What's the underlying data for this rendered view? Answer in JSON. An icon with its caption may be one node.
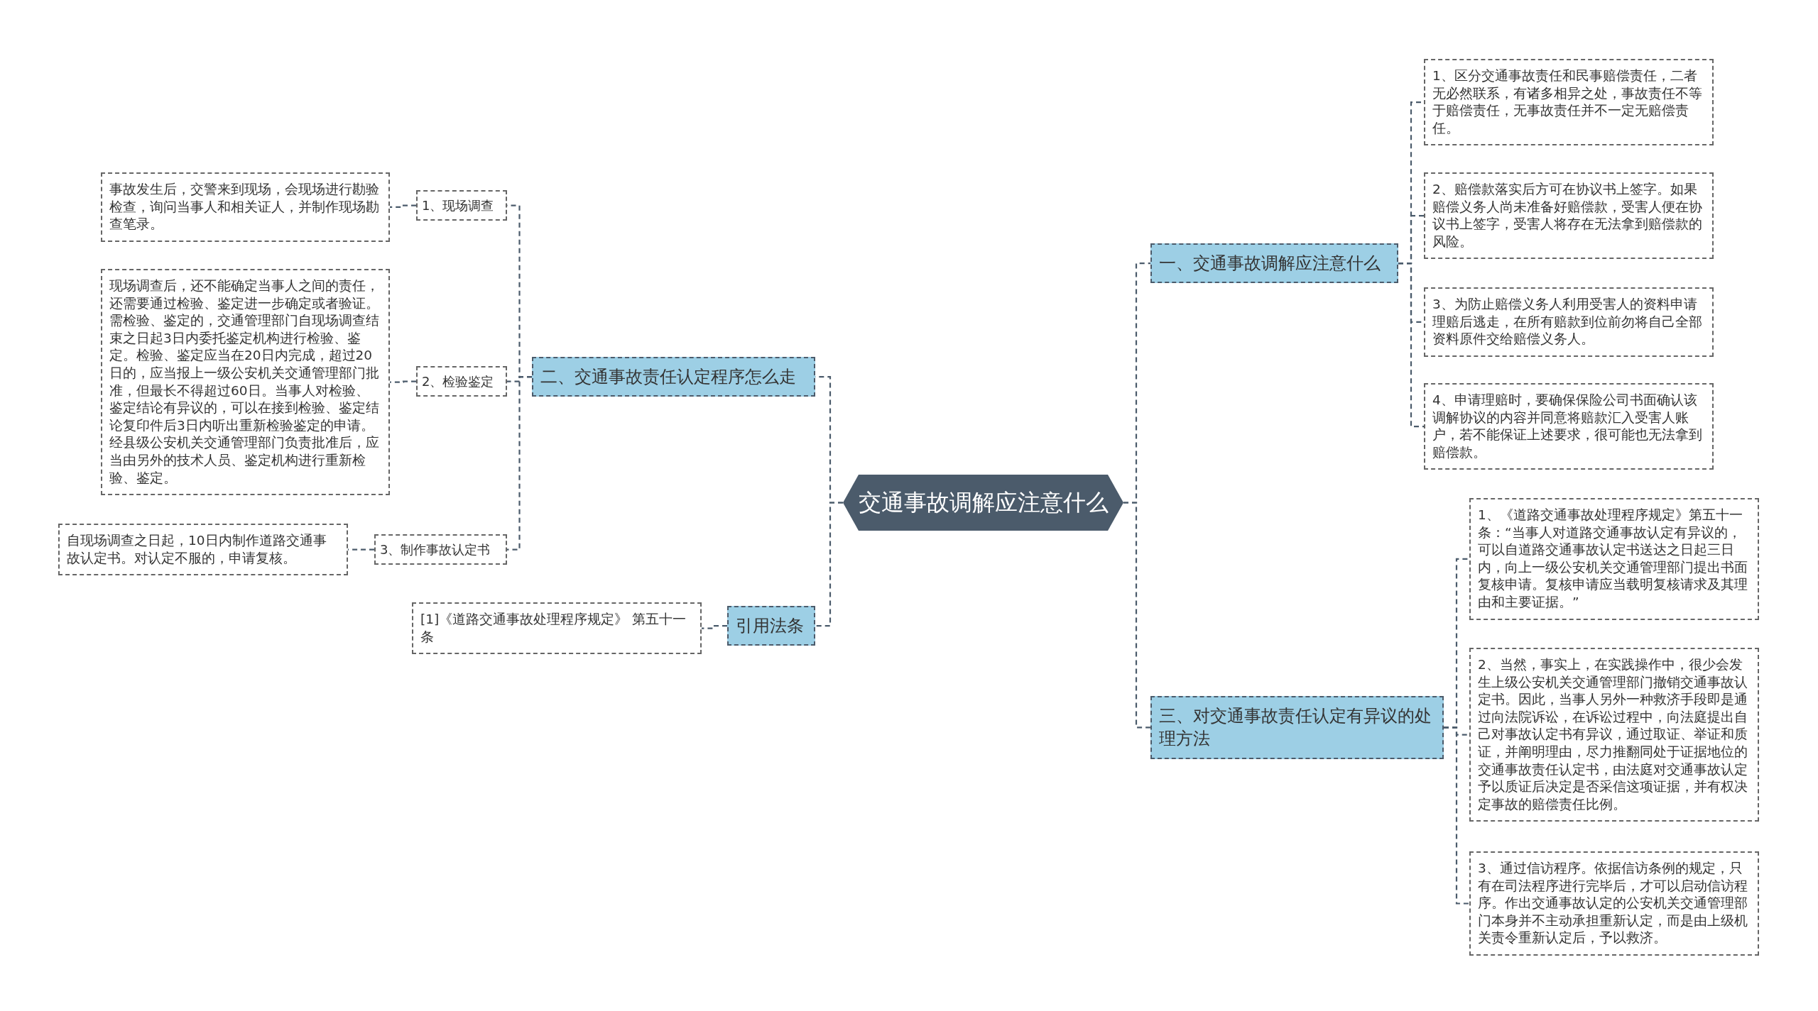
{
  "diagram": {
    "nodes": [
      {
        "text": [
          "交通事故调解应注意什么"
        ]
      },
      {
        "text": [
          "一、交通事故调解应注意什么"
        ]
      },
      {
        "text": [
          "1、区分交通事故责任和民事赔偿责任，二者无必然联系，有诸多相异之处，事故责任不等于赔偿责任，无事故责任并不一定无赔偿责任。"
        ]
      },
      {
        "text": [
          "2、赔偿款落实后方可在协议书上签字。如果赔偿义务人尚未准备好赔偿款，受害人便在协议书上签字，受害人将存在无法拿到赔偿款的风险。"
        ]
      },
      {
        "text": [
          "3、为防止赔偿义务人利用受害人的资料申请理赔后逃走，在所有赔款到位前勿将自己全部资料原件交给赔偿义务人。"
        ]
      },
      {
        "text": [
          "4、申请理赔时，要确保保险公司书面确认该调解协议的内容并同意将赔款汇入受害人账户，若不能保证上述要求，很可能也无法拿到赔偿款。"
        ]
      },
      {
        "text": [
          "三、对交通事故责任认定有异议的处理方法"
        ]
      },
      {
        "text": [
          "1、《道路交通事故处理程序规定》第五十一条：“当事人对道路交通事故认定有异议的，可以自道路交通事故认定书送达之日起三日内，向上一级公安机关交通管理部门提出书面复核申请。复核申请应当载明复核请求及其理由和主要证据。”"
        ]
      },
      {
        "text": [
          "2、当然，事实上，在实践操作中，很少会发生上级公安机关交通管理部门撤销交通事故认定书。因此，当事人另外一种救济手段即是通过向法院诉讼，在诉讼过程中，向法庭提出自己对事故认定书有异议，通过取证、举证和质证，并阐明理由，尽力推翻同处于证据地位的交通事故责任认定书，由法庭对交通事故认定予以质证后决定是否采信这项证据，并有权决定事故的赔偿责任比例。"
        ]
      },
      {
        "text": [
          "3、通过信访程序。依据信访条例的规定，只有在司法程序进行完毕后，才可以启动信访程序。作出交通事故认定的公安机关交通管理部门本身并不主动承担重新认定，而是由上级机关责令重新认定后，予以救济。"
        ]
      },
      {
        "text": [
          "二、交通事故责任认定程序怎么走"
        ]
      },
      {
        "text": [
          "1、现场调查"
        ]
      },
      {
        "text": [
          "事故发生后，交警来到现场，会现场进行勘验检查，询问当事人和相关证人，并制作现场勘查笔录。"
        ]
      },
      {
        "text": [
          "2、检验鉴定"
        ]
      },
      {
        "text": [
          "现场调查后，还不能确定当事人之间的责任，还需要通过检验、鉴定进一步确定或者验证。需检验、鉴定的，交通管理部门自现场调查结束之日起3日内委托鉴定机构进行检验、鉴定。检验、鉴定应当在20日内完成，超过20日的，应当报上一级公安机关交通管理部门批准，但最长不得超过60日。当事人对检验、鉴定结论有异议的，可以在接到检验、鉴定结论复印件后3日内听出重新检验鉴定的申请。经县级公安机关交通管理部门负责批准后，应当由另外的技术人员、鉴定机构进行重新检验、鉴定。"
        ]
      },
      {
        "text": [
          "3、制作事故认定书"
        ]
      },
      {
        "text": [
          "自现场调查之日起，10日内制作道路交通事故认定书。对认定不服的，申请复核。"
        ]
      },
      {
        "text": [
          "引用法条"
        ]
      },
      {
        "text": [
          "[1]《道路交通事故处理程序规定》 第五十一条"
        ]
      }
    ],
    "edges": [
      {
        "from": 0,
        "to": 1,
        "arrow": "none"
      },
      {
        "from": 1,
        "to": 2,
        "arrow": "none"
      },
      {
        "from": 1,
        "to": 3,
        "arrow": "none"
      },
      {
        "from": 1,
        "to": 4,
        "arrow": "none"
      },
      {
        "from": 1,
        "to": 5,
        "arrow": "none"
      },
      {
        "from": 0,
        "to": 6,
        "arrow": "none"
      },
      {
        "from": 6,
        "to": 7,
        "arrow": "none"
      },
      {
        "from": 6,
        "to": 8,
        "arrow": "none"
      },
      {
        "from": 6,
        "to": 9,
        "arrow": "none"
      },
      {
        "from": 0,
        "to": 10,
        "arrow": "none"
      },
      {
        "from": 10,
        "to": 11,
        "arrow": "none"
      },
      {
        "from": 11,
        "to": 12,
        "arrow": "none"
      },
      {
        "from": 10,
        "to": 13,
        "arrow": "none"
      },
      {
        "from": 13,
        "to": 14,
        "arrow": "none"
      },
      {
        "from": 10,
        "to": 15,
        "arrow": "none"
      },
      {
        "from": 15,
        "to": 16,
        "arrow": "none"
      },
      {
        "from": 0,
        "to": 17,
        "arrow": "none"
      },
      {
        "from": 17,
        "to": 18,
        "arrow": "none"
      }
    ]
  }
}
